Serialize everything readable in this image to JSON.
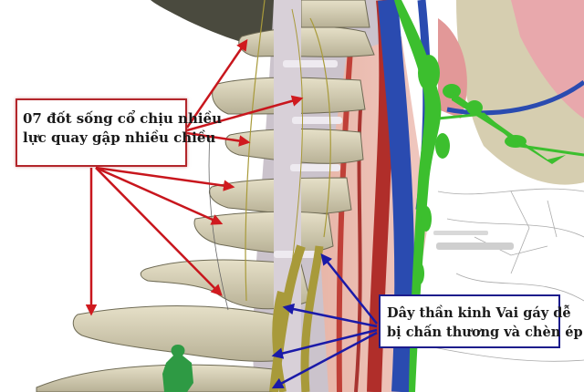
{
  "diagram": {
    "subject": "cervical spine and neck anatomy illustration",
    "labels": [
      {
        "id": "vertebrae-label",
        "lines": [
          "07 đốt sống cổ chịu nhiều",
          "lực quay gập nhiều chiều"
        ],
        "border_color": "#b3262b",
        "arrow_color": "#c8161d",
        "arrow_count": 9
      },
      {
        "id": "nerve-label",
        "lines": [
          "Dây thần kinh Vai gáy dễ",
          "bị chấn thương và chèn ép"
        ],
        "border_color": "#1c1c8c",
        "arrow_color": "#1a1aa8",
        "arrow_count": 4
      }
    ],
    "colors": {
      "bone": "#d8d2b8",
      "bone_shadow": "#9e987c",
      "vein": "#2a4bb0",
      "artery": "#b0302c",
      "lymph": "#3cbf2e",
      "nerve": "#a89a3a",
      "muscle": "#e8a0a0",
      "background": "#ffffff"
    }
  }
}
